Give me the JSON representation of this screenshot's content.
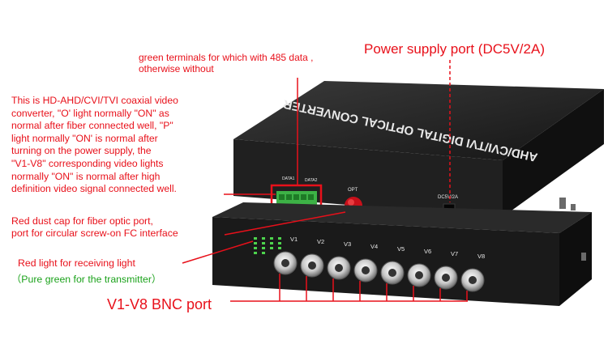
{
  "annotations": {
    "green_terminals": [
      "green terminals for which with 485 data ,",
      "otherwise without"
    ],
    "power_supply": "Power supply port (DC5V/2A)",
    "description": [
      "This is HD-AHD/CVI/TVI coaxial video",
      "converter, \"O' light normally \"ON\" as",
      "normal after fiber connected well, \"P\"",
      "light normally \"ON' is normal after",
      "turning on the power supply, the",
      "\"V1-V8\" corresponding video lights",
      "normally \"ON\" is normal after high",
      "definition video signal connected well."
    ],
    "dust_cap": [
      "Red dust cap for fiber optic port,",
      "port for circular screw-on FC interface"
    ],
    "receive_light": "Red light for receiving light",
    "transmit_light": "（Pure green for the transmitter）",
    "bnc_port": "V1-V8 BNC port"
  },
  "device": {
    "top_label": "AHD/CVI/TVI DIGITAL OPTICAL CONVERTER",
    "terminal_labels": [
      "DATA1",
      "DATA2"
    ],
    "opt_label": "OPT",
    "dc_label": "DC5V/2A",
    "channels": [
      "V1",
      "V2",
      "V3",
      "V4",
      "V5",
      "V6",
      "V7",
      "V8"
    ]
  },
  "colors": {
    "annotation": "#e8101a",
    "transmitter": "#1ba21b",
    "device_body": "#1c1c1c"
  }
}
